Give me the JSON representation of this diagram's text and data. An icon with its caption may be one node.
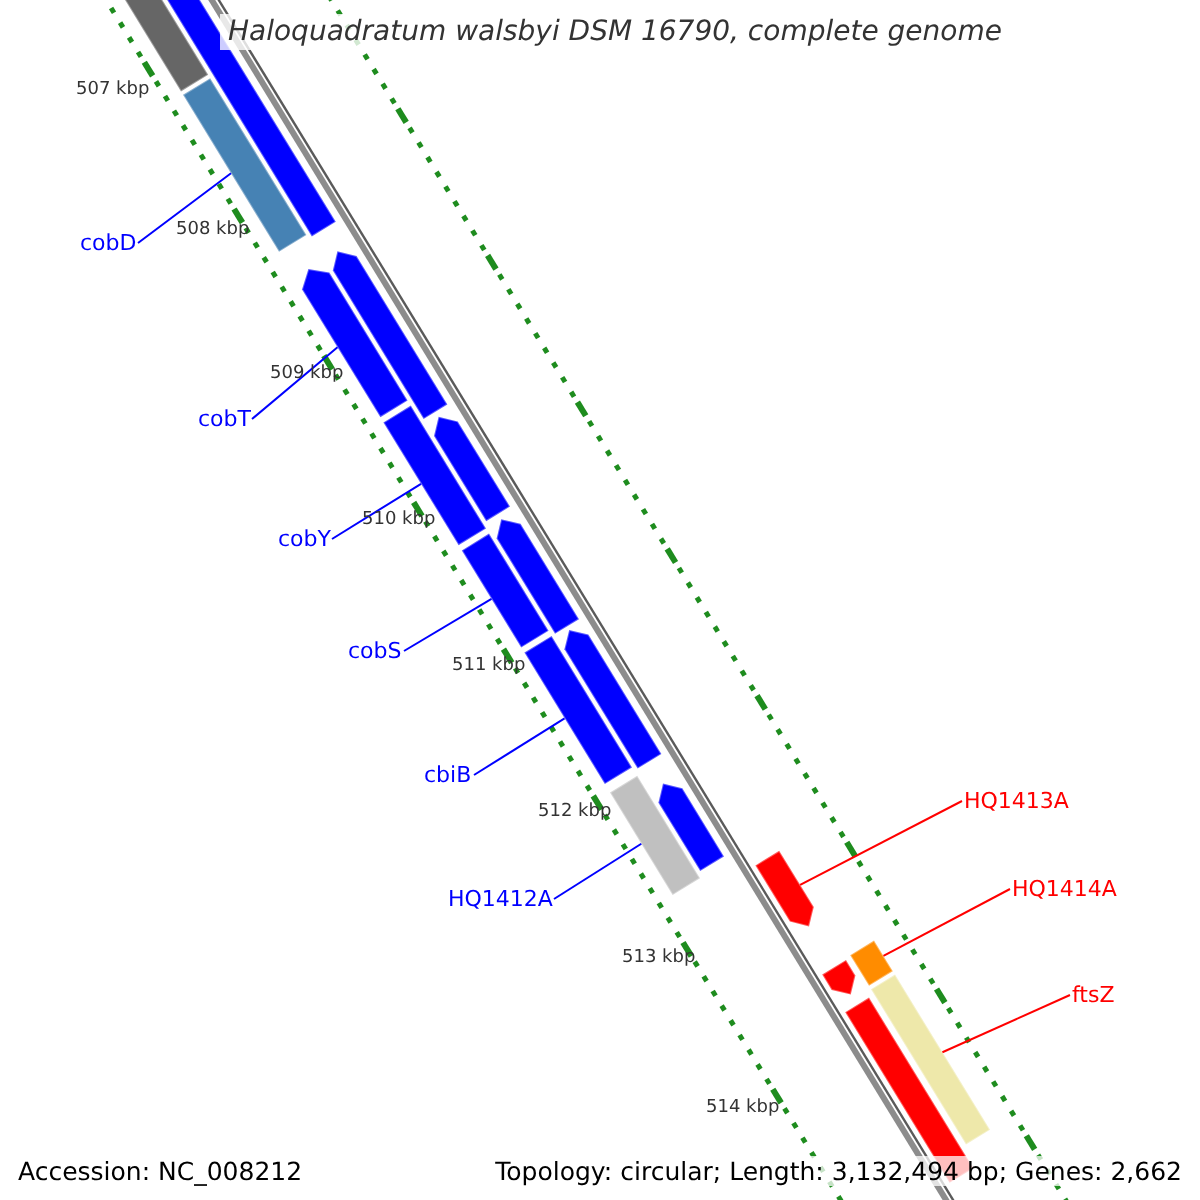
{
  "diagram": {
    "title": "Haloquadratum walsbyi DSM 16790, complete genome",
    "nodes": [
      {
        "text": [
          "cobD"
        ]
      },
      {
        "text": [
          "cobT"
        ]
      },
      {
        "text": [
          "cobY"
        ]
      },
      {
        "text": [
          "cobS"
        ]
      },
      {
        "text": [
          "cbiB"
        ]
      },
      {
        "text": [
          "HQ1412A"
        ]
      },
      {
        "text": [
          "HQ1413A"
        ]
      },
      {
        "text": [
          "HQ1414A"
        ]
      },
      {
        "text": [
          "ftsZ"
        ]
      },
      {
        "text": [],
        "shape": "bar"
      },
      {
        "text": [],
        "shape": "bar"
      },
      {
        "text": [],
        "shape": "bar"
      },
      {
        "text": [],
        "shape": "bar"
      },
      {
        "text": [],
        "shape": "bar"
      },
      {
        "text": [],
        "shape": "bar"
      },
      {
        "text": [],
        "shape": "bar"
      },
      {
        "text": [],
        "shape": "bar"
      },
      {
        "text": [],
        "shape": "bar"
      },
      {
        "text": [],
        "shape": "bar"
      },
      {
        "text": [],
        "shape": "bar"
      },
      {
        "text": [],
        "shape": "bar"
      },
      {
        "text": [],
        "shape": "bar"
      },
      {
        "text": [],
        "shape": "bar"
      },
      {
        "text": [],
        "shape": "bar"
      },
      {
        "text": [],
        "shape": "bar"
      },
      {
        "text": [],
        "shape": "bar"
      },
      {
        "text": [],
        "shape": "bar"
      }
    ],
    "edges": [
      {
        "from": 0,
        "to": 9,
        "arrow": "none"
      },
      {
        "from": 1,
        "to": 10,
        "arrow": "none"
      },
      {
        "from": 2,
        "to": 11,
        "arrow": "none"
      },
      {
        "from": 3,
        "to": 12,
        "arrow": "none"
      },
      {
        "from": 4,
        "to": 13,
        "arrow": "none"
      },
      {
        "from": 5,
        "to": 14,
        "arrow": "none"
      },
      {
        "from": 6,
        "to": 15,
        "arrow": "none",
        "color": "#ff0000"
      },
      {
        "from": 7,
        "to": 16,
        "arrow": "none",
        "color": "#ff0000"
      },
      {
        "from": 8,
        "to": 17,
        "arrow": "none",
        "color": "#ff0000"
      }
    ],
    "labels": [
      "507 kbp",
      "508 kbp",
      "509 kbp",
      "510 kbp",
      "511 kbp",
      "512 kbp",
      "513 kbp",
      "514 kbp",
      "Accession: NC_008212",
      "Topology: circular; Length: 3,132,494 bp; Genes: 2,662"
    ]
  }
}
